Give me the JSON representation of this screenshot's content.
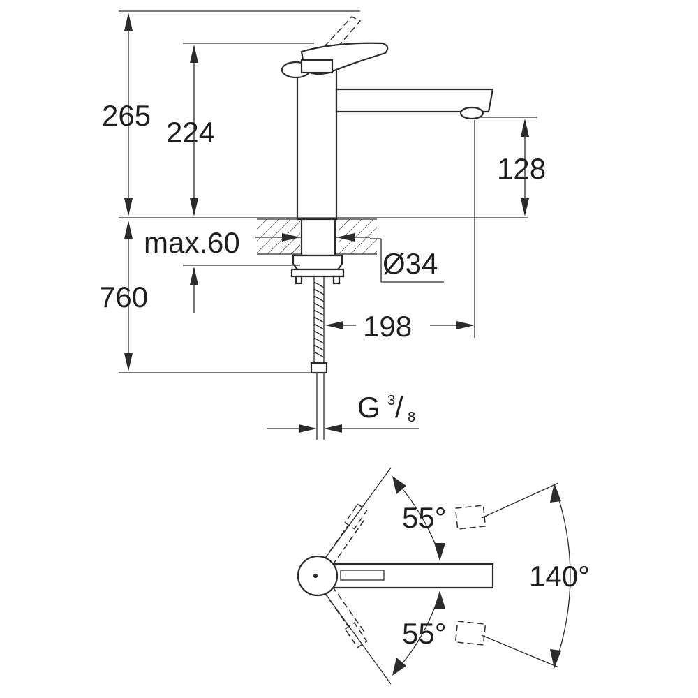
{
  "dimensions": {
    "total_height": "265",
    "spout_height": "224",
    "outlet_height": "128",
    "max_deck": "max.60",
    "hole_diameter": "Ø34",
    "hose_length": "760",
    "spout_reach": "198",
    "thread_main": "G",
    "thread_num": "3",
    "thread_slash": "/",
    "thread_den": "8"
  },
  "angles": {
    "upper": "55°",
    "lower": "55°",
    "total": "140°"
  }
}
